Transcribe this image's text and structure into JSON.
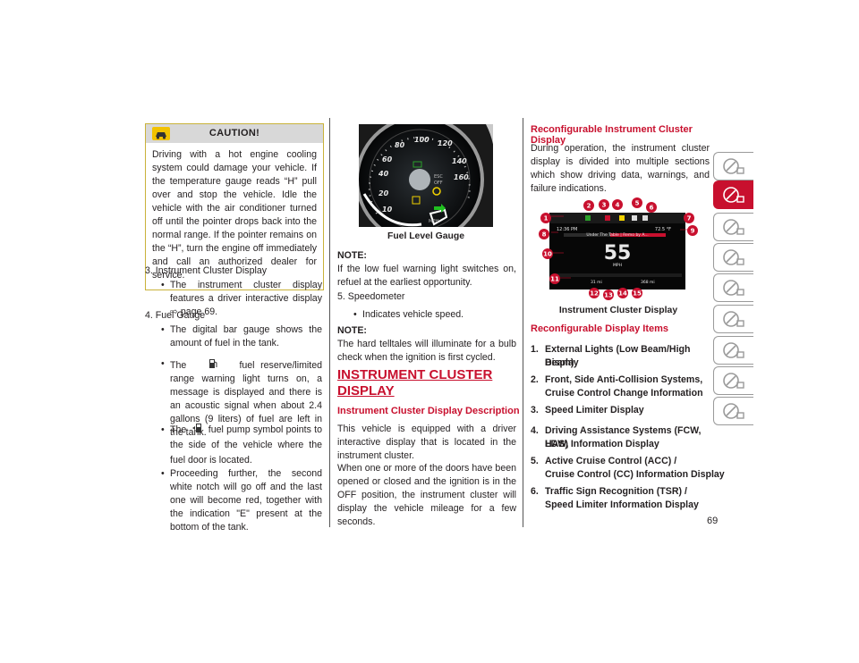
{
  "page_number": "69",
  "caution": {
    "title": "CAUTION!",
    "text": "Driving with a hot engine cooling system could damage your vehicle. If the temperature gauge reads “H” pull over and stop the vehicle. Idle the vehicle with the air conditioner turned off until the pointer drops back into the normal range. If the pointer remains on the “H”, turn the engine off immediately and call an authorized dealer for service."
  },
  "left": {
    "item3": "3.  Instrument Cluster Display",
    "item3_bullet": "The instrument cluster display features a driver interactive display",
    "item3_ref": "page 69.",
    "item4": "4.  Fuel Gauge",
    "item4_b1": "The digital bar gauge shows the amount of fuel in the tank.",
    "item4_b2_pre": "The",
    "item4_b2_post": "fuel reserve/limited range warning light turns on, a message is displayed and there is an acoustic signal when about 2.4 gallons (9 liters) of fuel are left in the tank.",
    "item4_b3_pre": "The",
    "item4_b3_post": "fuel pump symbol points to the side of the vehicle where the fuel door is located.",
    "item4_b4": "Proceeding further, the second white notch will go off and the last one will become red, together with the indication \"E\" present at the bottom of the tank."
  },
  "middle": {
    "gauge_caption": "Fuel Level Gauge",
    "gauge_labels": [
      "100",
      "120",
      "80",
      "140",
      "60",
      "160",
      "40",
      "20",
      "10",
      "ESC",
      "OFF",
      "MPH"
    ],
    "note1_label": "NOTE:",
    "note1_text": "If the low fuel warning light switches on, refuel at the earliest opportunity.",
    "item5": "5.  Speedometer",
    "item5_bullet": "Indicates vehicle speed.",
    "note2_label": "NOTE:",
    "note2_text": "The hard telltales will illuminate for a bulb check when the ignition is first cycled.",
    "section_title_1": "INSTRUMENT CLUSTER",
    "section_title_2": "DISPLAY",
    "sub_title": "Instrument Cluster Display Description",
    "para1": "This vehicle is equipped with a driver interactive display that is located in the instrument cluster.",
    "para2": "When one or more of the doors have been opened or closed and the ignition is in the OFF position, the instrument cluster will display the vehicle mileage for a few seconds."
  },
  "right": {
    "sub_title": "Reconfigurable Instrument Cluster Display",
    "para": "During operation, the instrument cluster display is divided into multiple sections which show driving data, warnings, and failure indications.",
    "display": {
      "time": "12:36 PM",
      "temp": "72.5 °F",
      "song": "Under The Table | Remo by A...",
      "speed": "55",
      "unit": "MPH",
      "odometer": "31 mi",
      "trip": "368 mi"
    },
    "callouts": [
      "1",
      "2",
      "3",
      "4",
      "5",
      "6",
      "7",
      "8",
      "9",
      "10",
      "11",
      "12",
      "13",
      "14",
      "15"
    ],
    "display_caption": "Instrument Cluster Display",
    "items_title": "Reconfigurable Display Items",
    "items": [
      {
        "num": "1.",
        "line1": "External Lights (Low Beam/High Beam)",
        "line2": "Display"
      },
      {
        "num": "2.",
        "line1": "Front, Side Anti-Collision Systems,",
        "line2": "Cruise Control Change Information"
      },
      {
        "num": "3.",
        "line1": "Speed Limiter Display",
        "line2": ""
      },
      {
        "num": "4.",
        "line1": "Driving Assistance Systems (FCW, LDW,",
        "line2": "HAS) Information Display"
      },
      {
        "num": "5.",
        "line1": "Active Cruise Control (ACC) /",
        "line2": "Cruise Control (CC) Information Display"
      },
      {
        "num": "6.",
        "line1": "Traffic Sign Recognition (TSR) /",
        "line2": "Speed Limiter Information Display"
      }
    ]
  },
  "tabs": [
    "car-info-icon",
    "warning-lights-icon",
    "steering-wheel-icon",
    "airbag-icon",
    "roadside-icon",
    "service-icon",
    "specs-icon",
    "search-icon",
    "language-icon"
  ]
}
